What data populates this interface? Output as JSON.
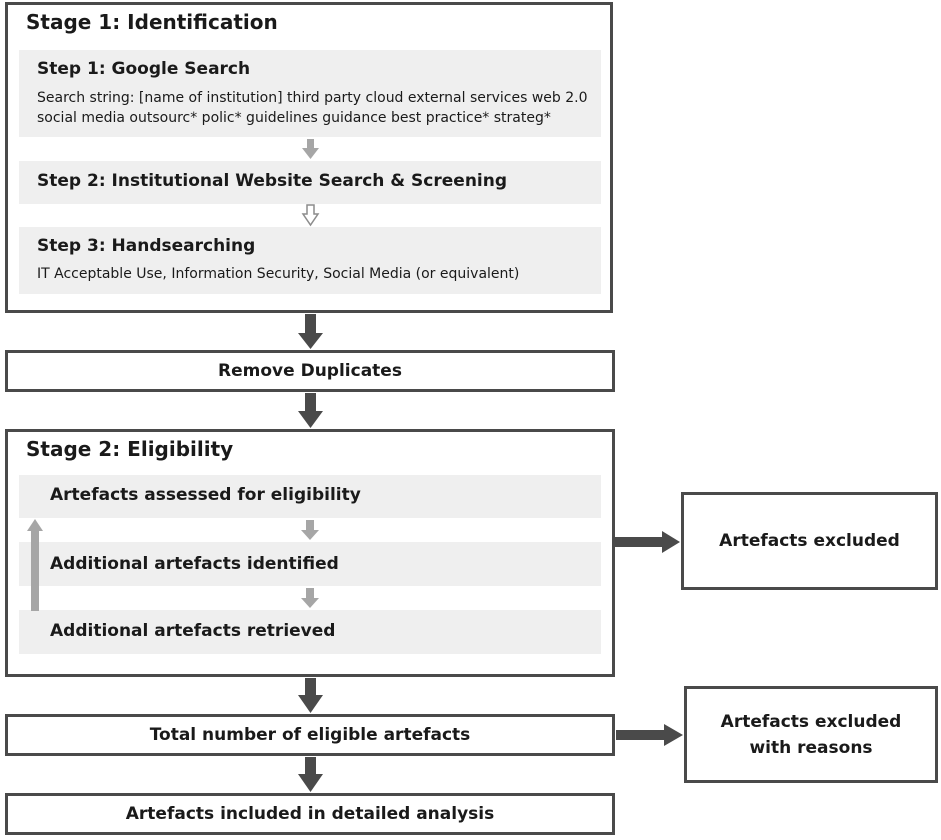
{
  "stage1": {
    "title": "Stage 1: Identification",
    "step1": {
      "title": "Step 1: Google Search",
      "line1": "Search string: [name of institution] third party cloud external services web 2.0",
      "line2": "social media outsourc* polic* guidelines guidance best practice* strateg*"
    },
    "step2": {
      "title": "Step 2: Institutional Website Search & Screening"
    },
    "step3": {
      "title": "Step 3: Handsearching",
      "desc": "IT Acceptable Use, Information Security, Social Media (or equivalent)"
    }
  },
  "remove_duplicates": "Remove Duplicates",
  "stage2": {
    "title": "Stage 2: Eligibility",
    "item1": "Artefacts assessed for eligibility",
    "item2": "Additional artefacts identified",
    "item3": "Additional artefacts retrieved"
  },
  "artefacts_excluded": "Artefacts excluded",
  "total_eligible": "Total number of eligible artefacts",
  "excluded_reasons": {
    "line1": "Artefacts excluded",
    "line2": "with reasons"
  },
  "included": "Artefacts included in detailed analysis"
}
